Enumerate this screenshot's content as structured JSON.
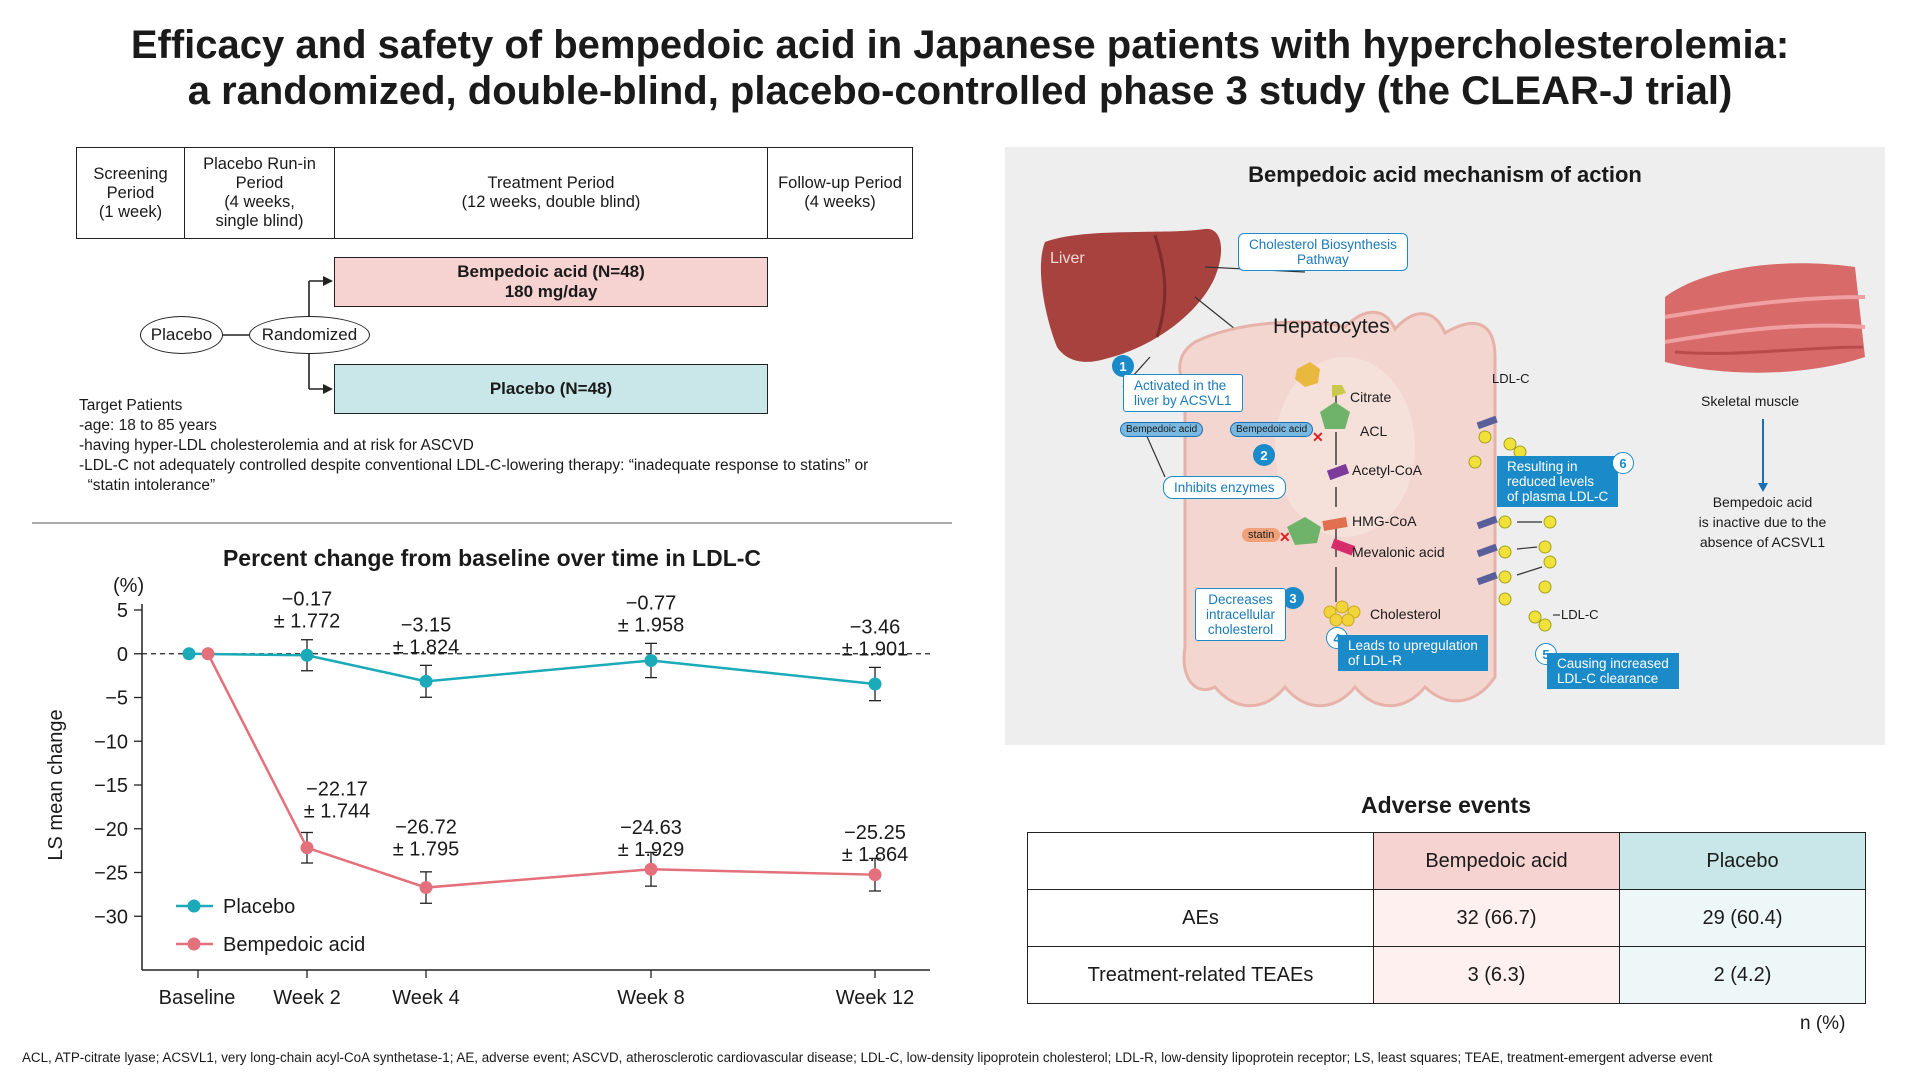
{
  "title": {
    "line1": "Efficacy and safety of bempedoic acid in Japanese patients with hypercholesterolemia:",
    "line2": "a randomized, double-blind, placebo-controlled phase 3 study (the CLEAR-J trial)"
  },
  "design": {
    "periods": [
      "Screening\nPeriod\n(1 week)",
      "Placebo Run-in\nPeriod\n(4 weeks,\nsingle blind)",
      "Treatment Period\n(12 weeks, double blind)",
      "Follow-up Period\n(4 weeks)"
    ],
    "placebo_start": "Placebo",
    "randomized": "Randomized",
    "arm_bempedoic": "Bempedoic acid (N=48)\n180 mg/day",
    "arm_placebo": "Placebo (N=48)",
    "target_title": "Target Patients",
    "target_items": [
      "-age: 18 to 85 years",
      "-having hyper-LDL cholesterolemia and at risk for ASCVD",
      "-LDL-C not adequately controlled despite conventional LDL-C-lowering therapy: “inadequate response to statins” or",
      "  “statin intolerance”"
    ]
  },
  "chart_title": "Percent change from baseline over time in LDL-C",
  "chart_data": {
    "type": "line",
    "title": "Percent change from baseline over time in LDL-C",
    "ylabel": "LS mean change",
    "yunit": "(%)",
    "ylim": [
      -35,
      5
    ],
    "yticks": [
      5,
      0,
      -5,
      -10,
      -15,
      -20,
      -25,
      -30
    ],
    "x_labels": [
      "Baseline",
      "Week 2",
      "Week 4",
      "Week 8",
      "Week 12"
    ],
    "x_weeks": [
      0,
      2,
      4,
      8,
      12
    ],
    "legend_position": "bottom-left",
    "series": [
      {
        "name": "Placebo",
        "color": "#1aaab8",
        "weeks": [
          0,
          2,
          4,
          8,
          12
        ],
        "values": [
          0,
          -0.17,
          -3.15,
          -0.77,
          -3.46
        ],
        "errors": [
          0,
          1.772,
          1.824,
          1.958,
          1.901
        ],
        "labels": [
          "",
          "−0.17\n± 1.772",
          "−3.15\n± 1.824",
          "−0.77\n± 1.958",
          "−3.46\n± 1.901"
        ]
      },
      {
        "name": "Bempedoic acid",
        "color": "#e3707a",
        "weeks": [
          0,
          2,
          4,
          8,
          12
        ],
        "values": [
          0,
          -22.17,
          -26.72,
          -24.63,
          -25.25
        ],
        "errors": [
          0,
          1.744,
          1.795,
          1.929,
          1.864
        ],
        "labels": [
          "",
          "−22.17\n± 1.744",
          "−26.72\n± 1.795",
          "−24.63\n± 1.929",
          "−25.25\n± 1.864"
        ]
      }
    ]
  },
  "mechanism": {
    "title": "Bempedoic acid mechanism of action",
    "liver": "Liver",
    "pathway": "Cholesterol Biosynthesis\nPathway",
    "hepatocytes": "Hepatocytes",
    "activated": "Activated in the\nliver by ACSVL1",
    "bempedoic_small_1": "Bempedoic acid",
    "bempedoic_small_2": "Bempedoic acid",
    "citrate": "Citrate",
    "acl": "ACL",
    "acetyl": "Acetyl-CoA",
    "inhibits": "Inhibits enzymes",
    "hmg": "HMG-CoA",
    "statin": "statin",
    "mevalonic": "Mevalonic acid",
    "decreases": "Decreases\nintracellular\ncholesterol",
    "cholesterol": "Cholesterol",
    "upregulation": "Leads to upregulation\nof LDL-R",
    "reduced": "Resulting in\nreduced levels\nof plasma LDL-C",
    "clearance": "Causing increased\nLDL-C clearance",
    "ldlc_top": "LDL-C",
    "ldlc_bottom": "LDL-C",
    "skeletal": "Skeletal muscle",
    "inactive": "Bempedoic acid\nis inactive due to the\nabsence of ACSVL1",
    "nums": [
      "1",
      "2",
      "3",
      "4",
      "5",
      "6"
    ]
  },
  "adverse_events": {
    "title": "Adverse events",
    "headers": [
      "",
      "Bempedoic acid",
      "Placebo"
    ],
    "rows": [
      {
        "label": "AEs",
        "bempedoic": "32 (66.7)",
        "placebo": "29 (60.4)"
      },
      {
        "label": "Treatment-related TEAEs",
        "bempedoic": "3 (6.3)",
        "placebo": "2 (4.2)"
      }
    ],
    "unit": "n (%)"
  },
  "footer": "ACL, ATP-citrate lyase; ACSVL1, very long-chain acyl-CoA synthetase-1; AE, adverse event; ASCVD, atherosclerotic cardiovascular disease; LDL-C, low-density lipoprotein cholesterol; LDL-R, low-density lipoprotein receptor; LS, least squares; TEAE, treatment-emergent adverse event"
}
